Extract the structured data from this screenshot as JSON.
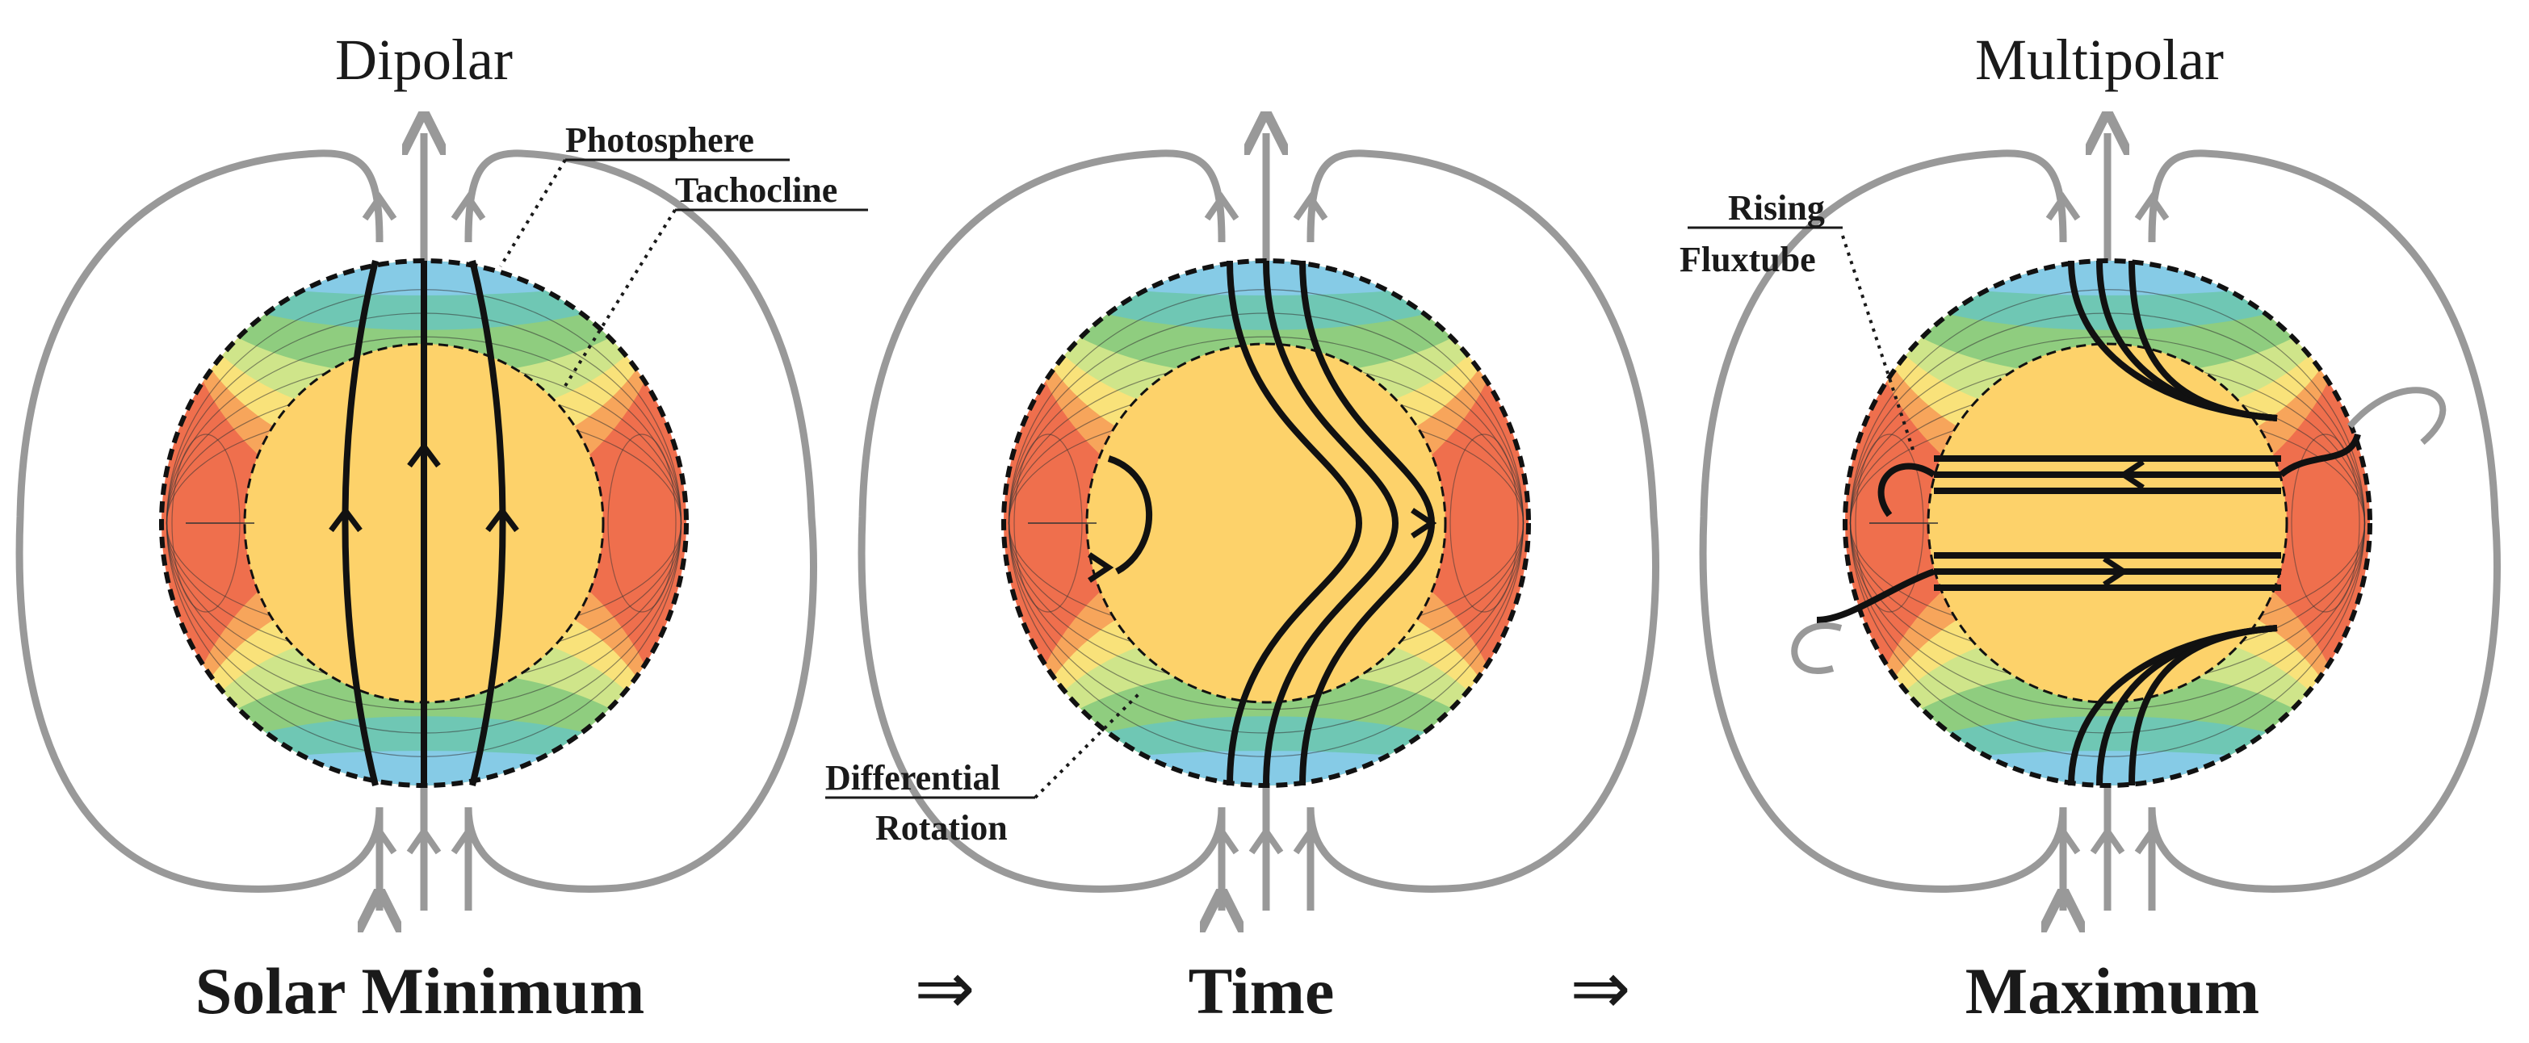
{
  "headers": {
    "left": "Dipolar",
    "right": "Multipolar"
  },
  "labels": {
    "photosphere": "Photosphere",
    "tachocline": "Tachocline",
    "differential": "Differential",
    "rotation": "Rotation",
    "rising": "Rising",
    "fluxtube": "Fluxtube"
  },
  "footer": {
    "left": "Solar Minimum",
    "arrow1": "⇒",
    "middle": "Time",
    "arrow2": "⇒",
    "right": "Maximum"
  },
  "colors": {
    "outer_field": "#999999",
    "inner_field": "#111111",
    "core": "#fdd26a",
    "equator_band": "#ef6f4d",
    "orange": "#f7a55b",
    "yellow": "#f9e27a",
    "light_green": "#cfe58a",
    "green": "#8fcd7f",
    "teal": "#6fc7b4",
    "blue": "#86cbe6"
  }
}
